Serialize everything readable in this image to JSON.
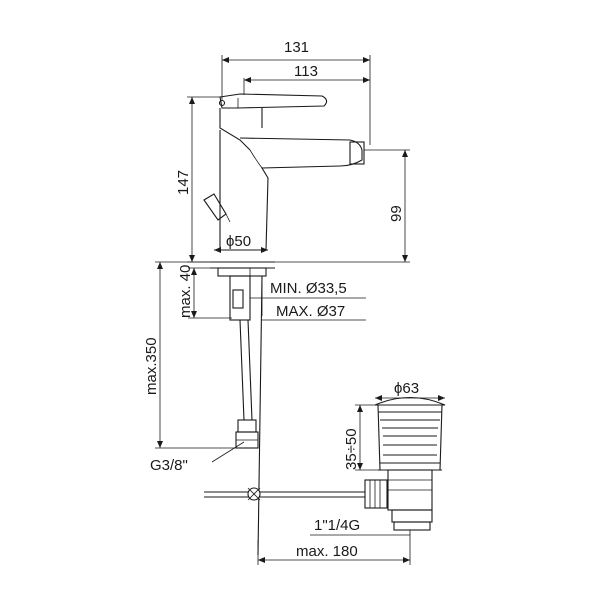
{
  "dimensions": {
    "overall_width": "131",
    "spout_width": "113",
    "total_height": "147",
    "spout_height": "99",
    "base_diameter": "ϕ50",
    "max_deck": "max. 40",
    "hole_min": "MIN. Ø33,5",
    "hole_max": "MAX. Ø37",
    "hose_length": "max.350",
    "hose_thread": "G3/8\"",
    "waste_diameter": "ϕ63",
    "waste_range": "35÷50",
    "waste_thread": "1\"1/4G",
    "rod_length": "max. 180"
  }
}
